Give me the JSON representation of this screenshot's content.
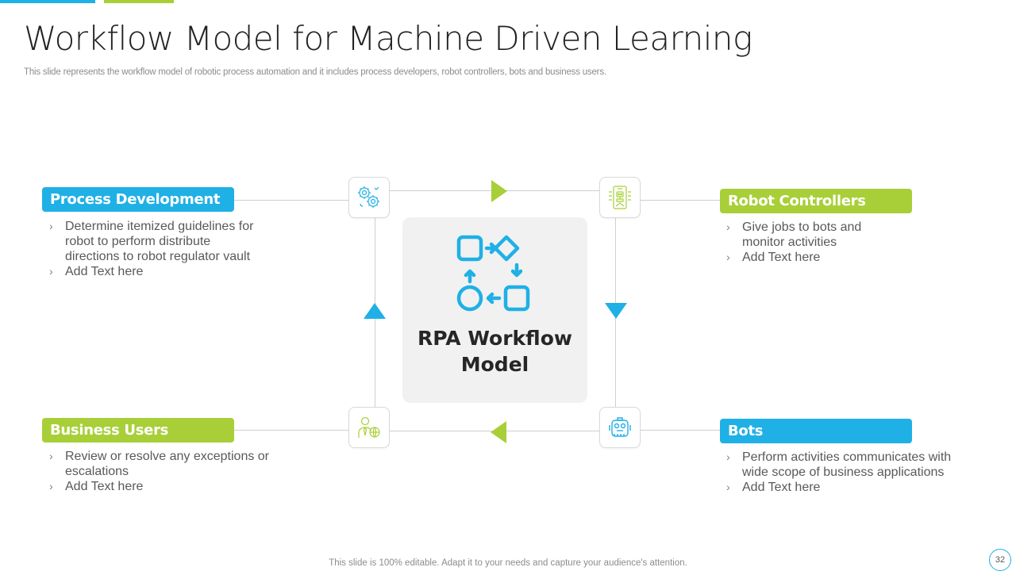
{
  "colors": {
    "blue": "#1fb0e6",
    "green": "#a8cf38",
    "center_bg": "#f1f1f1"
  },
  "header": {
    "title": "Workflow Model for Machine Driven Learning",
    "subtitle": "This slide represents the workflow model of robotic process automation and it includes process developers, robot controllers, bots and business users."
  },
  "center": {
    "icon": "workflow-diagram-icon",
    "title_line1": "RPA Workflow",
    "title_line2": "Model"
  },
  "nodes": {
    "top_left": {
      "icon": "gears-icon"
    },
    "top_right": {
      "icon": "mobile-robot-icon"
    },
    "bottom_left": {
      "icon": "businessman-globe-icon"
    },
    "bottom_right": {
      "icon": "robot-head-icon"
    }
  },
  "sections": {
    "process_development": {
      "label": "Process Development",
      "bullets": [
        "Determine itemized guidelines for robot to perform distribute directions to robot regulator vault",
        "Add Text here"
      ]
    },
    "robot_controllers": {
      "label": "Robot Controllers",
      "bullets": [
        "Give jobs to bots and monitor activities",
        "Add Text here"
      ]
    },
    "business_users": {
      "label": "Business Users",
      "bullets": [
        "Review or resolve any exceptions or escalations",
        "Add Text here"
      ]
    },
    "bots": {
      "label": "Bots",
      "bullets": [
        "Perform activities communicates with wide scope of business applications",
        "Add Text here"
      ]
    }
  },
  "bullet_glyph": "›",
  "footer": {
    "text": "This slide is 100% editable. Adapt it to your needs and capture your audience's attention.",
    "page_number": "32"
  }
}
